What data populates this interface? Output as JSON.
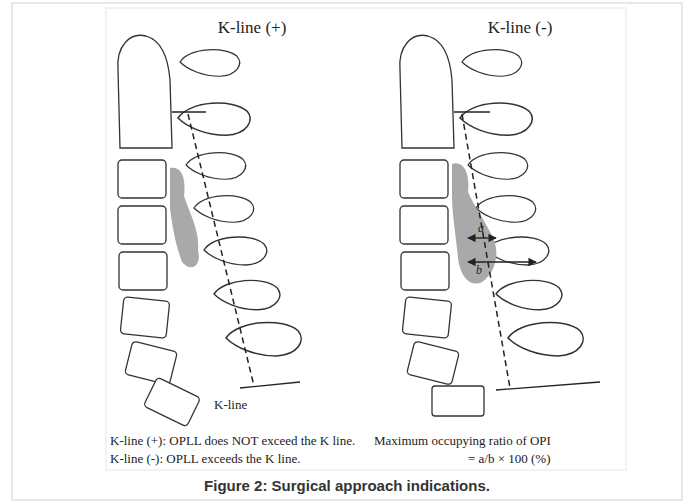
{
  "diagram": {
    "caption": "Figure 2: Surgical approach indications.",
    "labels": [
      "K-line (+)",
      "K-line (-)",
      "K-line",
      "a",
      "b",
      "K-line (+): OPLL does NOT exceed the K line.",
      "K-line (-): OPLL exceeds the K line.",
      "Maximum occupying ratio of OPI",
      "= a/b × 100 (%)"
    ]
  }
}
